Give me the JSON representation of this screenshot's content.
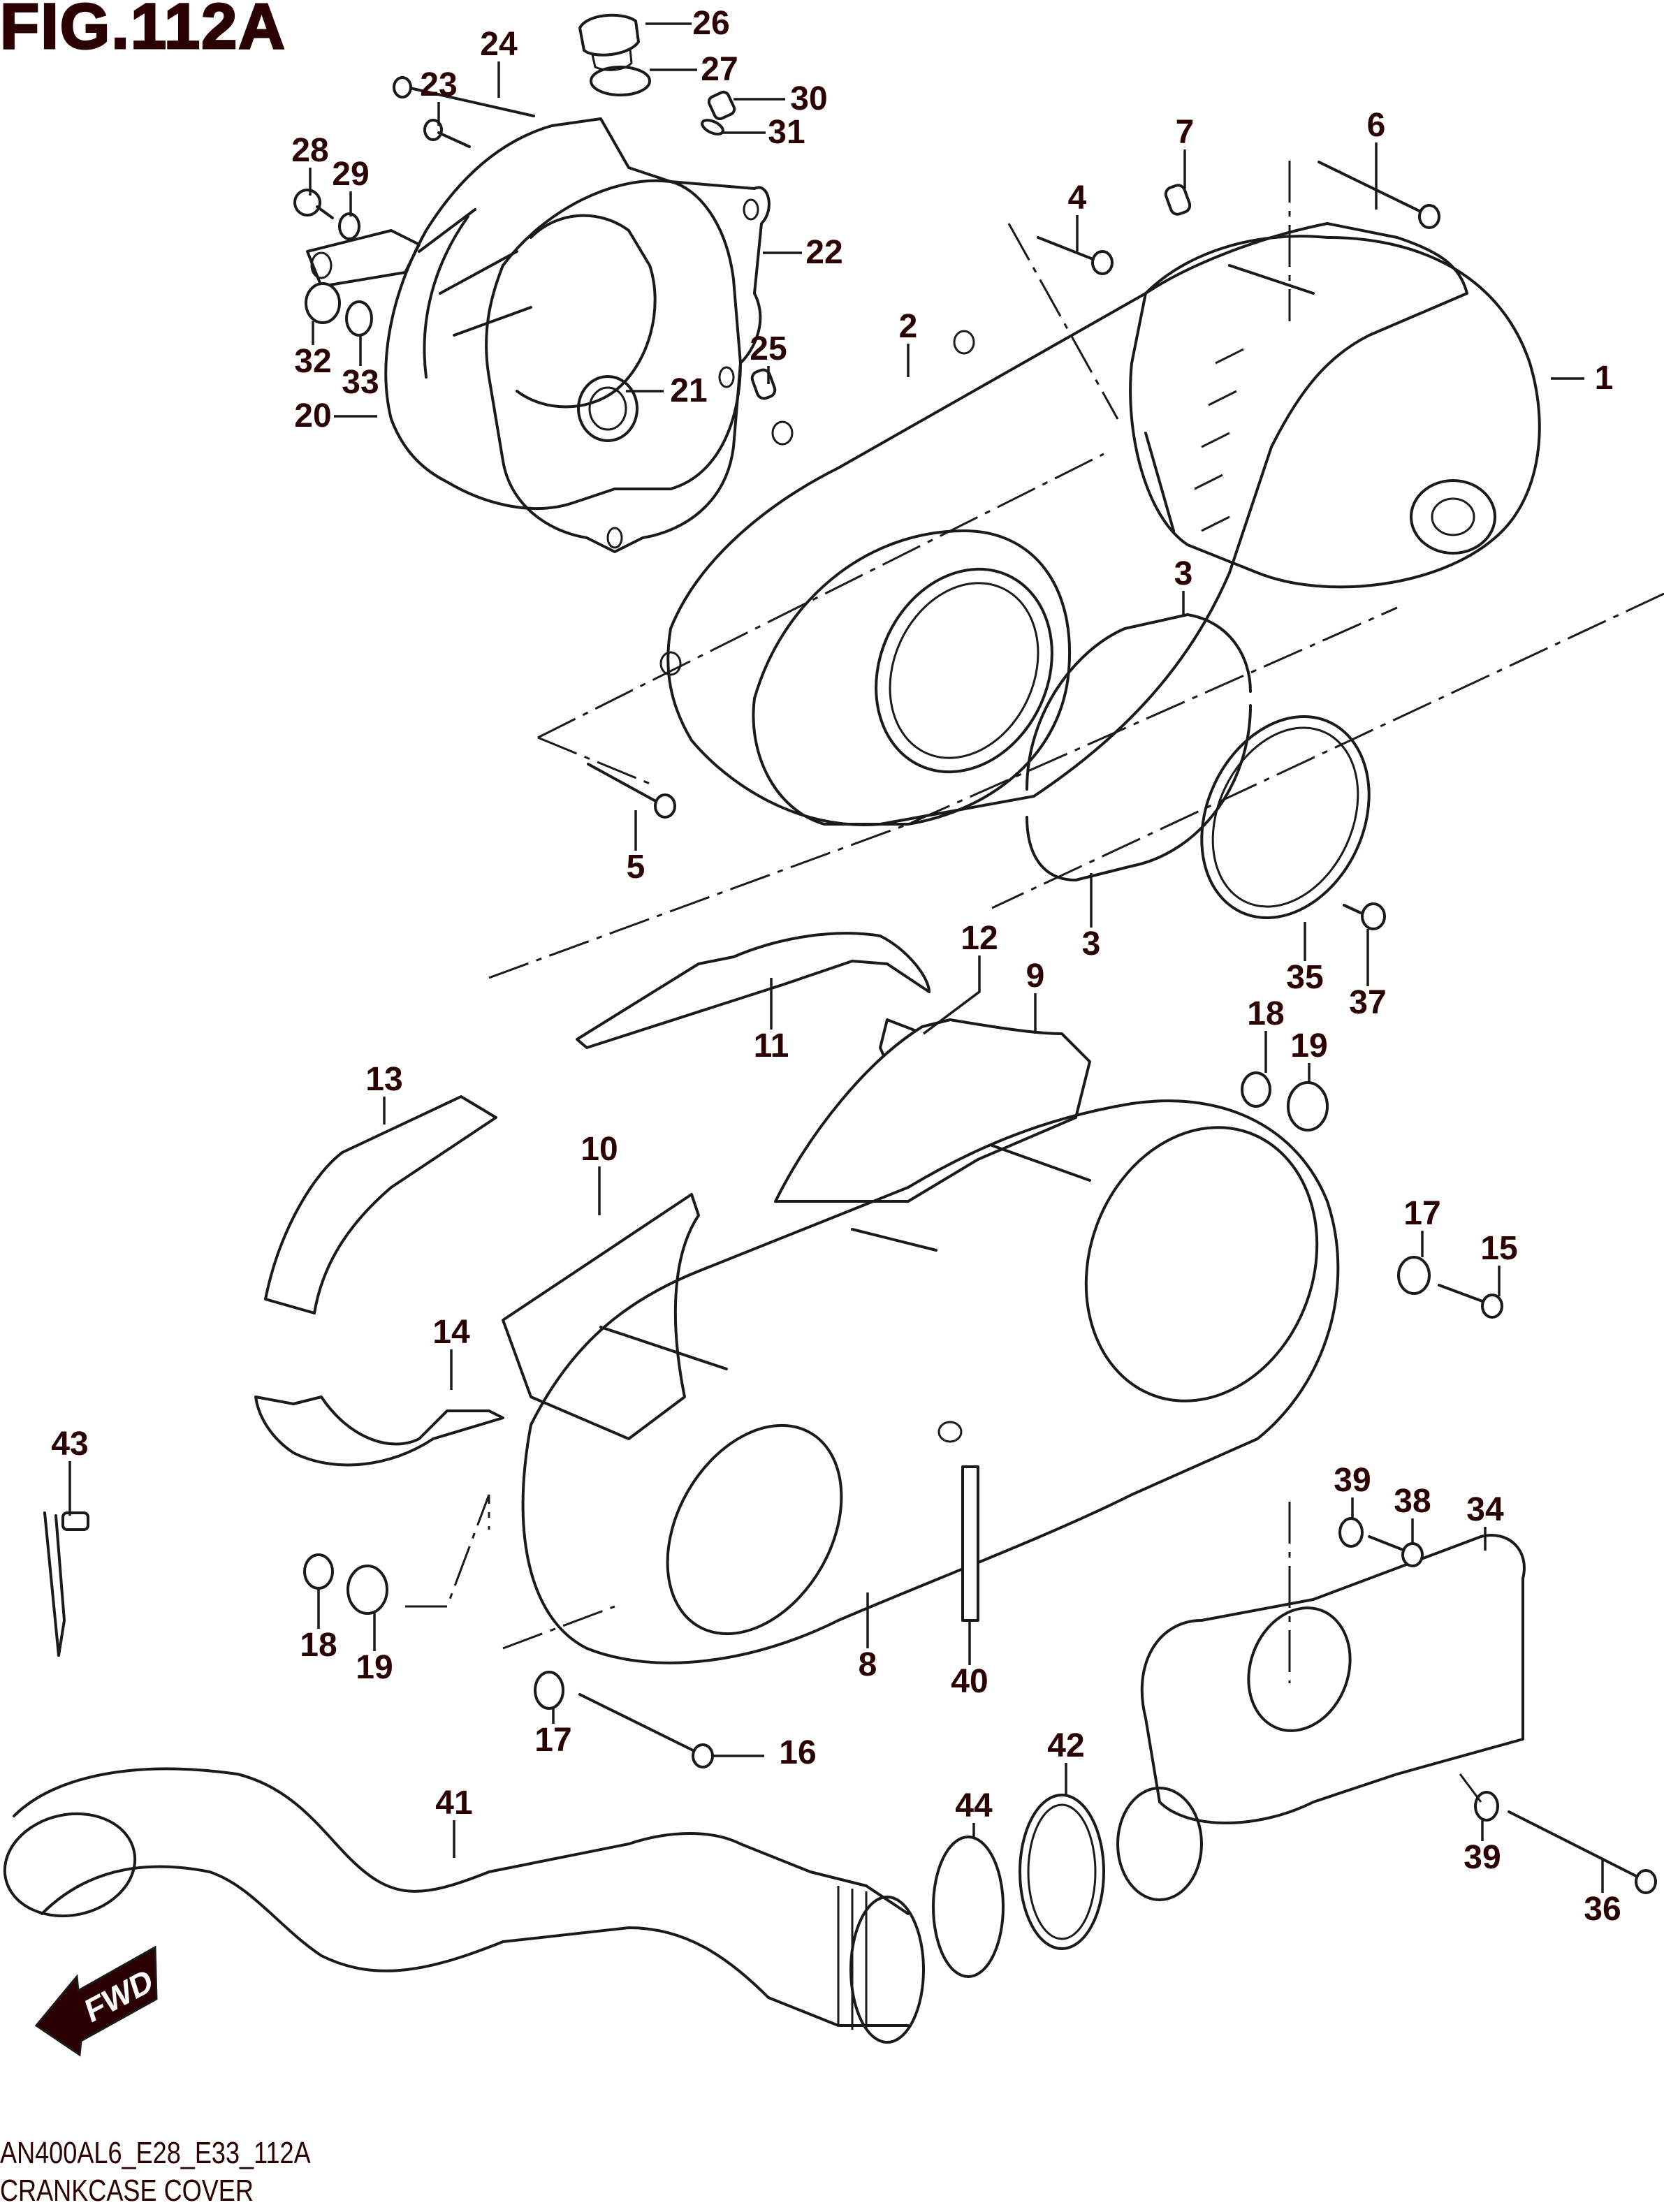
{
  "figure": {
    "title": "FIG.112A",
    "code": "AN400AL6_E28_E33_112A",
    "name": "CRANKCASE COVER",
    "label_color": "#2b0000",
    "direction_badge": "FWD"
  },
  "callouts": [
    {
      "id": "c26",
      "label": "26"
    },
    {
      "id": "c27",
      "label": "27"
    },
    {
      "id": "c24",
      "label": "24"
    },
    {
      "id": "c23",
      "label": "23"
    },
    {
      "id": "c30",
      "label": "30"
    },
    {
      "id": "c31",
      "label": "31"
    },
    {
      "id": "c28",
      "label": "28"
    },
    {
      "id": "c29",
      "label": "29"
    },
    {
      "id": "c22",
      "label": "22"
    },
    {
      "id": "c32",
      "label": "32"
    },
    {
      "id": "c33",
      "label": "33"
    },
    {
      "id": "c20",
      "label": "20"
    },
    {
      "id": "c21",
      "label": "21"
    },
    {
      "id": "c25",
      "label": "25"
    },
    {
      "id": "c2",
      "label": "2"
    },
    {
      "id": "c7",
      "label": "7"
    },
    {
      "id": "c6",
      "label": "6"
    },
    {
      "id": "c4",
      "label": "4"
    },
    {
      "id": "c1",
      "label": "1"
    },
    {
      "id": "c3a",
      "label": "3"
    },
    {
      "id": "c3b",
      "label": "3"
    },
    {
      "id": "c5",
      "label": "5"
    },
    {
      "id": "c35",
      "label": "35"
    },
    {
      "id": "c37",
      "label": "37"
    },
    {
      "id": "c12",
      "label": "12"
    },
    {
      "id": "c9",
      "label": "9"
    },
    {
      "id": "c11",
      "label": "11"
    },
    {
      "id": "c18a",
      "label": "18"
    },
    {
      "id": "c19a",
      "label": "19"
    },
    {
      "id": "c13",
      "label": "13"
    },
    {
      "id": "c10",
      "label": "10"
    },
    {
      "id": "c17a",
      "label": "17"
    },
    {
      "id": "c15",
      "label": "15"
    },
    {
      "id": "c14",
      "label": "14"
    },
    {
      "id": "c43",
      "label": "43"
    },
    {
      "id": "c39a",
      "label": "39"
    },
    {
      "id": "c38",
      "label": "38"
    },
    {
      "id": "c34",
      "label": "34"
    },
    {
      "id": "c18b",
      "label": "18"
    },
    {
      "id": "c19b",
      "label": "19"
    },
    {
      "id": "c8",
      "label": "8"
    },
    {
      "id": "c40",
      "label": "40"
    },
    {
      "id": "c17b",
      "label": "17"
    },
    {
      "id": "c16",
      "label": "16"
    },
    {
      "id": "c42",
      "label": "42"
    },
    {
      "id": "c41",
      "label": "41"
    },
    {
      "id": "c44",
      "label": "44"
    },
    {
      "id": "c39b",
      "label": "39"
    },
    {
      "id": "c36",
      "label": "36"
    }
  ]
}
